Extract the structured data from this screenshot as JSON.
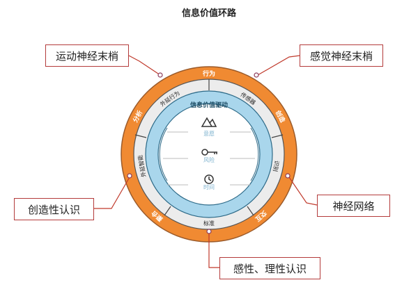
{
  "title": "信息价值环路",
  "outer_ring": [
    "行为",
    "创造",
    "交互",
    "聚合",
    "分析"
  ],
  "inner_ring": [
    "外延行为",
    "传感器",
    "识别",
    "标准",
    "外延智能"
  ],
  "core": {
    "heading": "信息价值驱动",
    "items": [
      "意愿",
      "风险",
      "时间"
    ]
  },
  "callouts": [
    "运动神经末梢",
    "感觉神经末梢",
    "创造性认识",
    "神经网络",
    "感性、理性认识"
  ],
  "colors": {
    "orange": "#f08a32",
    "gray": "#ececec",
    "blue": "#a9d6ec",
    "red": "#c0392b"
  }
}
